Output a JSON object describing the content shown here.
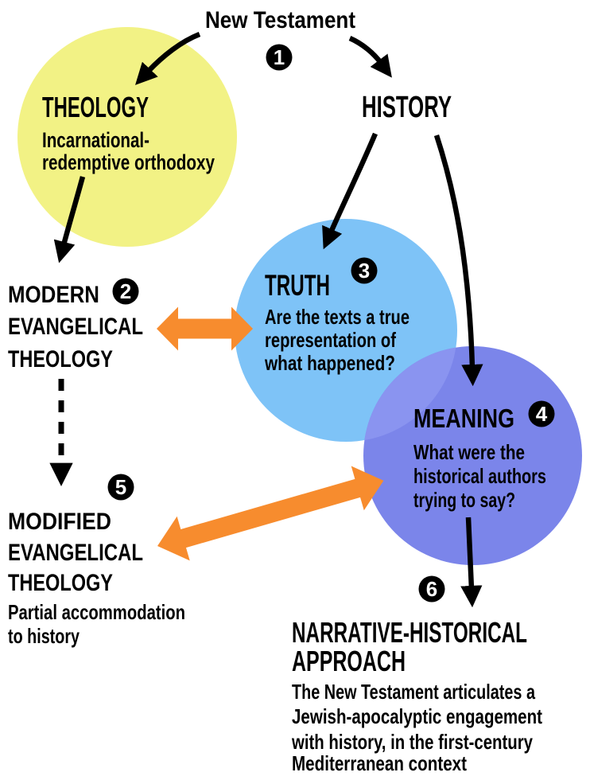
{
  "colors": {
    "yellow": "#F2F285",
    "light_blue": "#7EC3F7",
    "purple": "#7B85EA",
    "overlap": "#8A94F0",
    "orange": "#F78C2E"
  },
  "root": {
    "label": "New Testament"
  },
  "badges": [
    "1",
    "2",
    "3",
    "4",
    "5",
    "6"
  ],
  "theology_circle": {
    "title": "THEOLOGY",
    "sub": [
      "Incarnational-",
      "redemptive orthodoxy"
    ]
  },
  "history": {
    "title": "HISTORY"
  },
  "modern_evangelical": {
    "lines": [
      "MODERN",
      "EVANGELICAL",
      "THEOLOGY"
    ]
  },
  "truth_circle": {
    "title": "TRUTH",
    "sub": [
      "Are the texts a true",
      "representation of",
      "what happened?"
    ]
  },
  "meaning_circle": {
    "title": "MEANING",
    "sub": [
      "What were the",
      "historical authors",
      "trying to say?"
    ]
  },
  "modified_evangelical": {
    "lines": [
      "MODIFIED",
      "EVANGELICAL",
      "THEOLOGY"
    ],
    "sub": [
      "Partial accommodation",
      "to history"
    ]
  },
  "narrative_historical": {
    "lines": [
      "NARRATIVE-HISTORICAL",
      "APPROACH"
    ],
    "sub": [
      "The New Testament articulates a",
      "Jewish-apocalyptic engagement",
      "with history, in the first-century",
      "Mediterranean context"
    ]
  }
}
